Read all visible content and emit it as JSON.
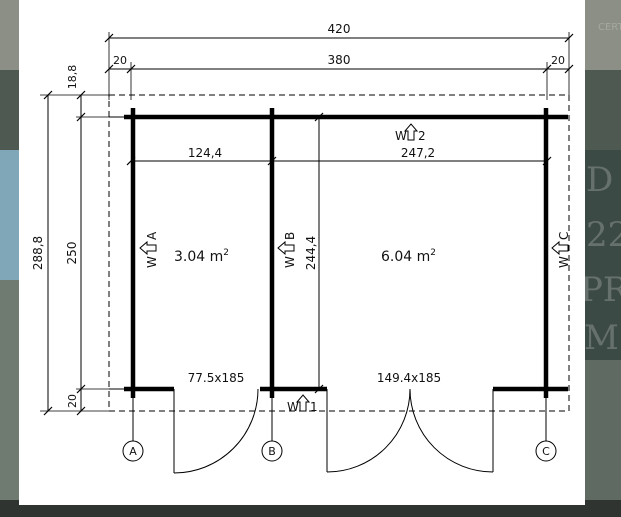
{
  "background": {
    "top_fragment": "CERT",
    "side_fragments": [
      "D",
      "22",
      "PR",
      "M"
    ]
  },
  "dimensions": {
    "total_width": "420",
    "left_offset": "20",
    "inner_width": "380",
    "right_offset": "20",
    "top_offset": "18,8",
    "inner_height": "250",
    "bottom_offset": "20",
    "total_height": "288,8",
    "room_a_width": "124,4",
    "room_b_width": "247,2",
    "partition_length": "244,4"
  },
  "rooms": [
    {
      "area": "3.04 m",
      "exp": "2"
    },
    {
      "area": "6.04 m",
      "exp": "2"
    }
  ],
  "doors": {
    "small": "77.5x185",
    "double": "149.4x185"
  },
  "walls": {
    "top": "W",
    "top_num": "2",
    "bottom": "W",
    "bottom_num": "1",
    "wall_a": "W",
    "wall_a_letter": "A",
    "wall_b": "W",
    "wall_b_letter": "B",
    "wall_c": "W",
    "wall_c_letter": "C"
  },
  "axes": [
    "A",
    "B",
    "C"
  ]
}
